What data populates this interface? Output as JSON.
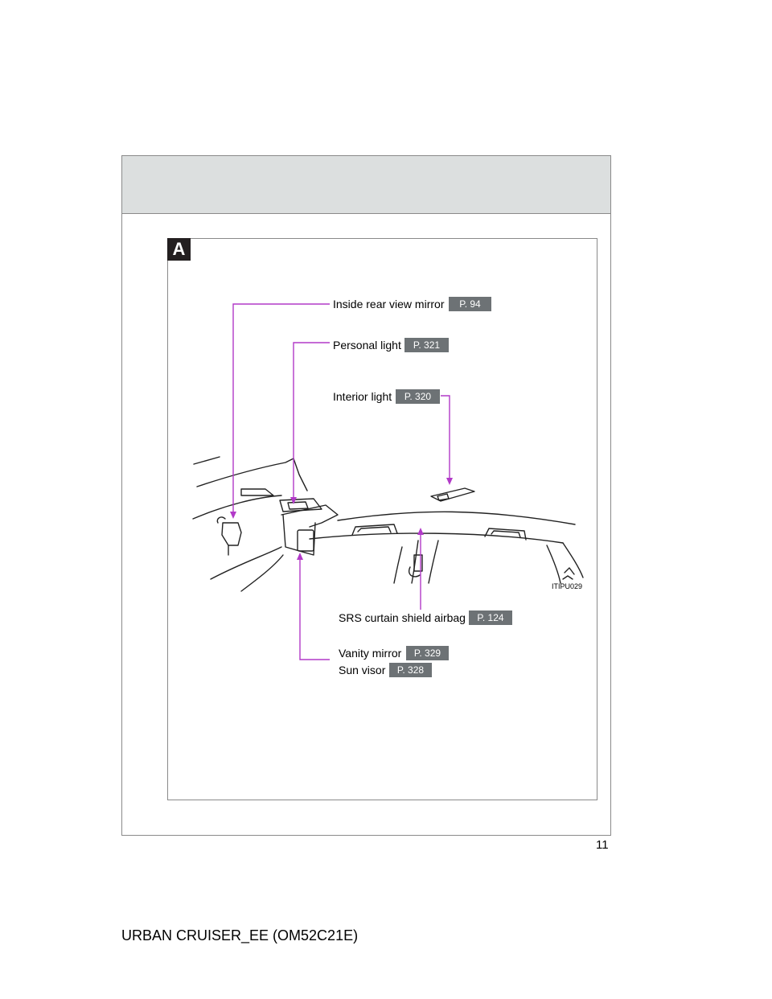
{
  "section_letter": "A",
  "callouts": {
    "mirror": {
      "label": "Inside rear view mirror",
      "ref": "P. 94"
    },
    "personal_light": {
      "label": "Personal light",
      "ref": "P. 321"
    },
    "interior_light": {
      "label": "Interior light",
      "ref": "P. 320"
    },
    "airbag": {
      "label": "SRS curtain shield airbag",
      "ref": "P. 124"
    },
    "vanity_mirror": {
      "label": "Vanity mirror",
      "ref": "P. 329"
    },
    "sun_visor": {
      "label": "Sun visor",
      "ref": "P. 328"
    }
  },
  "illustration_code": "ITIPU029",
  "page_number": "11",
  "footer": "URBAN CRUISER_EE (OM52C21E)",
  "colors": {
    "callout_line": "#b23ac8",
    "ref_tag": "#6d7275",
    "header_band": "#dcdfdf"
  }
}
